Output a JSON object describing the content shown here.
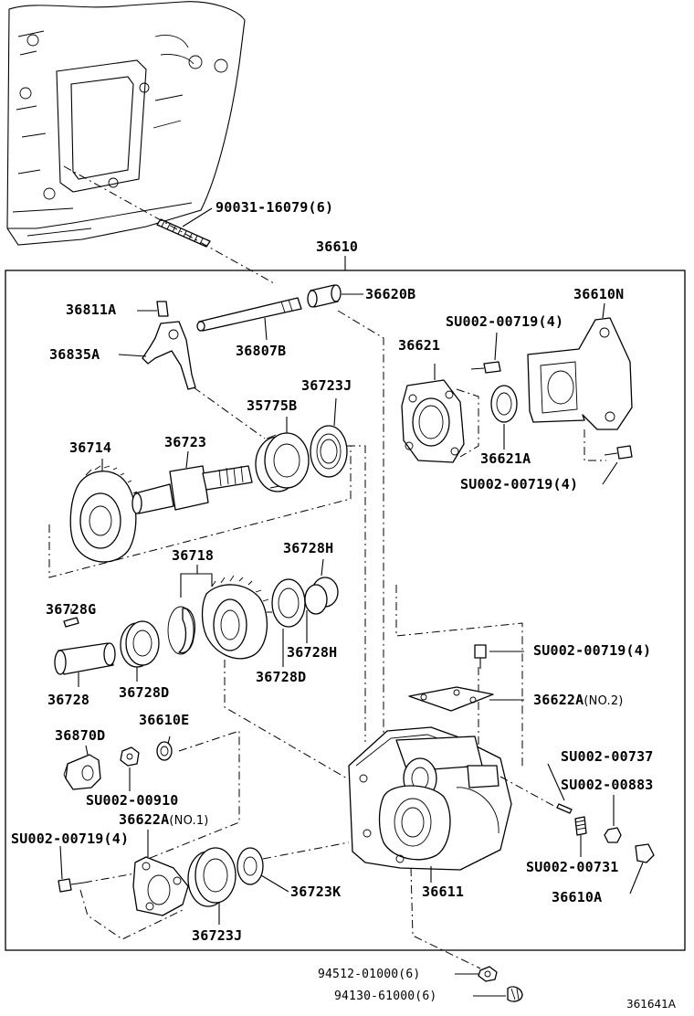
{
  "figure_id": "361641A",
  "labels": {
    "stud_bolt": {
      "code": "90031-16079",
      "qty": "(6)"
    },
    "assembly": "36610",
    "pin_36811A": "36811A",
    "bushing_36620B": "36620B",
    "cover_36610N": "36610N",
    "bolt_top": {
      "code": "SU002-00719",
      "qty": "(4)"
    },
    "fork": "36835A",
    "shaft_36807B": "36807B",
    "gasket_36621": "36621",
    "bearing_36723J_top": "36723J",
    "sleeve_35775B": "35775B",
    "gear_36714": "36714",
    "shaft_36723": "36723",
    "seal_36621A": "36621A",
    "bolt_right": {
      "code": "SU002-00719",
      "qty": "(4)"
    },
    "gear_36718": "36718",
    "snap_36728H_top": "36728H",
    "pin_36728G": "36728G",
    "snap_36728H_bottom": "36728H",
    "bearing_36728D_left": "36728D",
    "bearing_36728D_right": "36728D",
    "shaft_36728": "36728",
    "bolt_mid": {
      "code": "SU002-00719",
      "qty": "(4)"
    },
    "plate_36622A_no2": {
      "code": "36622A",
      "note": "(NO.2)"
    },
    "housing_36870D": "36870D",
    "washer_36610E": "36610E",
    "nut_SU002_00910": "SU002-00910",
    "spring_SU002_00737": "SU002-00737",
    "ball_SU002_00883": "SU002-00883",
    "plate_36622A_no1": {
      "code": "36622A",
      "note": "(NO.1)"
    },
    "bolt_left": {
      "code": "SU002-00719",
      "qty": "(4)"
    },
    "spring_SU002_00731": "SU002-00731",
    "seal_36723K": "36723K",
    "case_36611": "36611",
    "plug_36610A": "36610A",
    "bearing_36723J_bottom": "36723J",
    "nut_94512": {
      "code": "94512-01000",
      "qty": "(6)"
    },
    "washer_94130": {
      "code": "94130-61000",
      "qty": "(6)"
    }
  }
}
